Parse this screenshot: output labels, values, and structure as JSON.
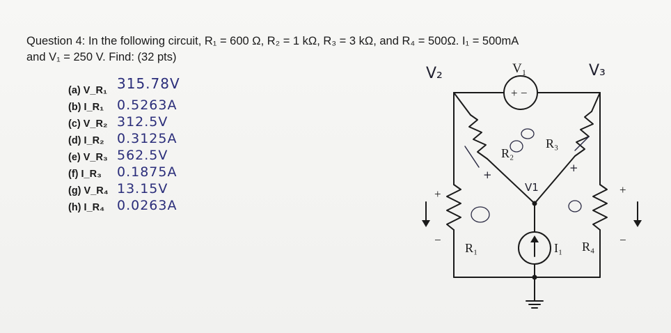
{
  "question": {
    "line1": "Question 4: In the following circuit, R₁ = 600 Ω, R₂ = 1 kΩ, R₃ = 3 kΩ, and R₄ = 500Ω. I₁ = 500mA",
    "line2": "and V₁ = 250 V. Find: (32 pts)"
  },
  "parts": [
    {
      "label": "(a) V_R₁",
      "answer": "315.78V"
    },
    {
      "label": "(b) I_R₁",
      "answer": "0.5263A"
    },
    {
      "label": "(c) V_R₂",
      "answer": "312.5V"
    },
    {
      "label": "(d) I_R₂",
      "answer": "0.3125A"
    },
    {
      "label": "(e) V_R₃",
      "answer": "562.5V"
    },
    {
      "label": "(f) I_R₃",
      "answer": "0.1875A"
    },
    {
      "label": "(g) V_R₄",
      "answer": "13.15V"
    },
    {
      "label": "(h) I_R₄",
      "answer": "0.0263A"
    }
  ],
  "circuit": {
    "source_v_label": "V₁",
    "source_v_sign": "+ −",
    "handwritten_v2": "V₂",
    "handwritten_v3": "V₃",
    "handwritten_v1": "V1",
    "r1_label": "R₁",
    "r2_label": "R₂",
    "r3_label": "R₃",
    "r4_label": "R₄",
    "i1_label": "I₁",
    "plus": "+",
    "minus": "−"
  }
}
